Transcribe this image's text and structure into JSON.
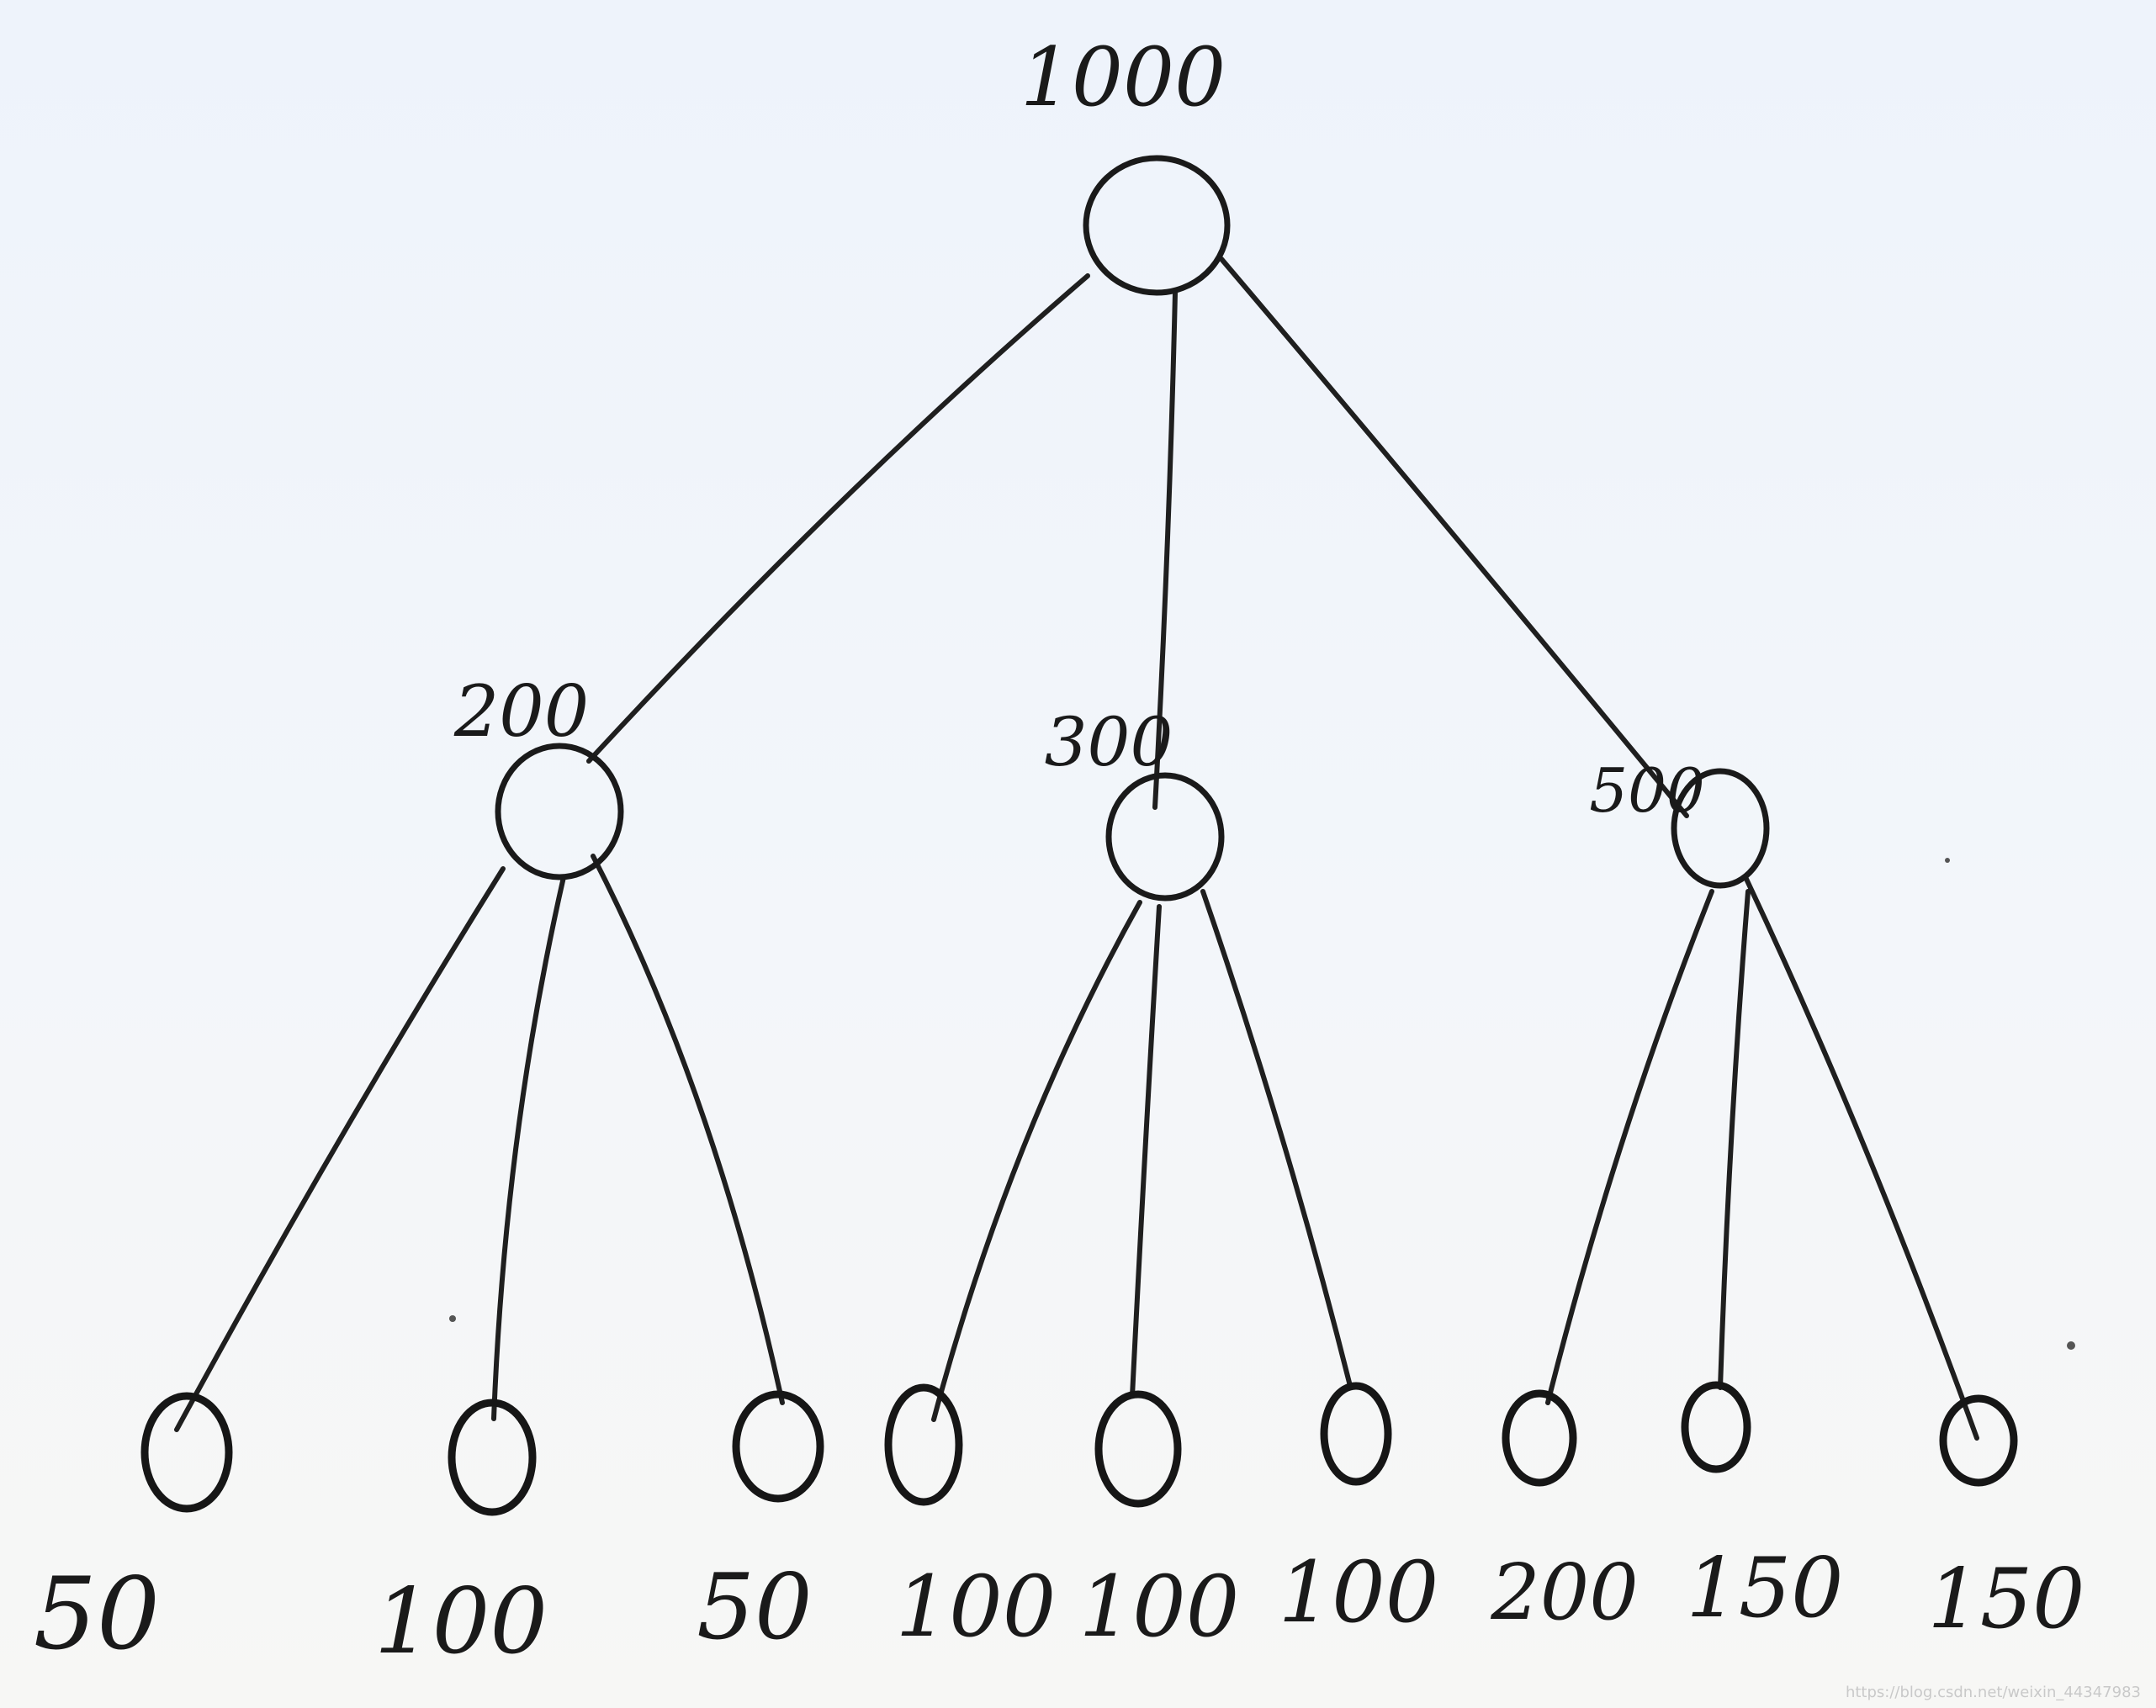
{
  "tree": {
    "root": {
      "label": "1000"
    },
    "children": [
      {
        "label": "200",
        "leaves": [
          "50",
          "100",
          "50"
        ]
      },
      {
        "label": "300",
        "leaves": [
          "100",
          "100",
          "100"
        ]
      },
      {
        "label": "500",
        "leaves": [
          "200",
          "150",
          "150"
        ]
      }
    ]
  },
  "watermark": "https://blog.csdn.net/weixin_44347983",
  "colors": {
    "ink": "#1a1a1a",
    "paper": "#f3f6fa"
  }
}
